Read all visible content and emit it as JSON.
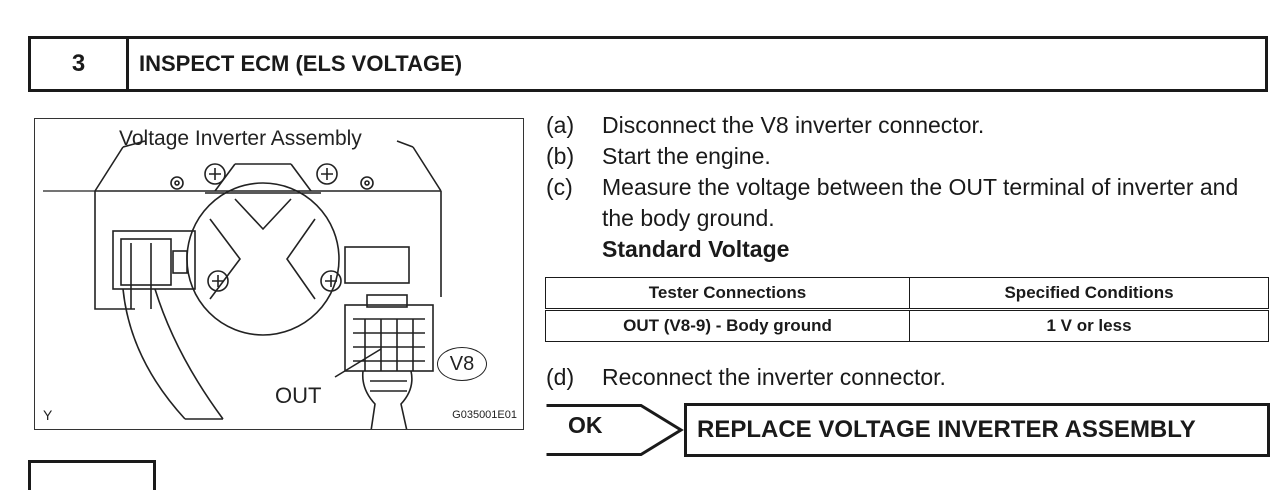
{
  "header": {
    "step_number": "3",
    "title": "INSPECT ECM (ELS VOLTAGE)"
  },
  "figure": {
    "title": "Voltage Inverter Assembly",
    "out_label": "OUT",
    "connector_label": "V8",
    "corner_mark": "Y",
    "figure_code": "G035001E01"
  },
  "steps": [
    {
      "label": "(a)",
      "text": "Disconnect the V8 inverter connector."
    },
    {
      "label": "(b)",
      "text": "Start the engine."
    },
    {
      "label": "(c)",
      "text": "Measure the voltage between the OUT terminal of inverter and the body ground."
    }
  ],
  "standard_label": "Standard Voltage",
  "spec_table": {
    "headers": [
      "Tester Connections",
      "Specified Conditions"
    ],
    "rows": [
      [
        "OUT (V8-9) - Body ground",
        "1 V or less"
      ]
    ]
  },
  "step_d": {
    "label": "(d)",
    "text": "Reconnect the inverter connector."
  },
  "result": {
    "tag": "OK",
    "action": "REPLACE VOLTAGE INVERTER ASSEMBLY"
  }
}
